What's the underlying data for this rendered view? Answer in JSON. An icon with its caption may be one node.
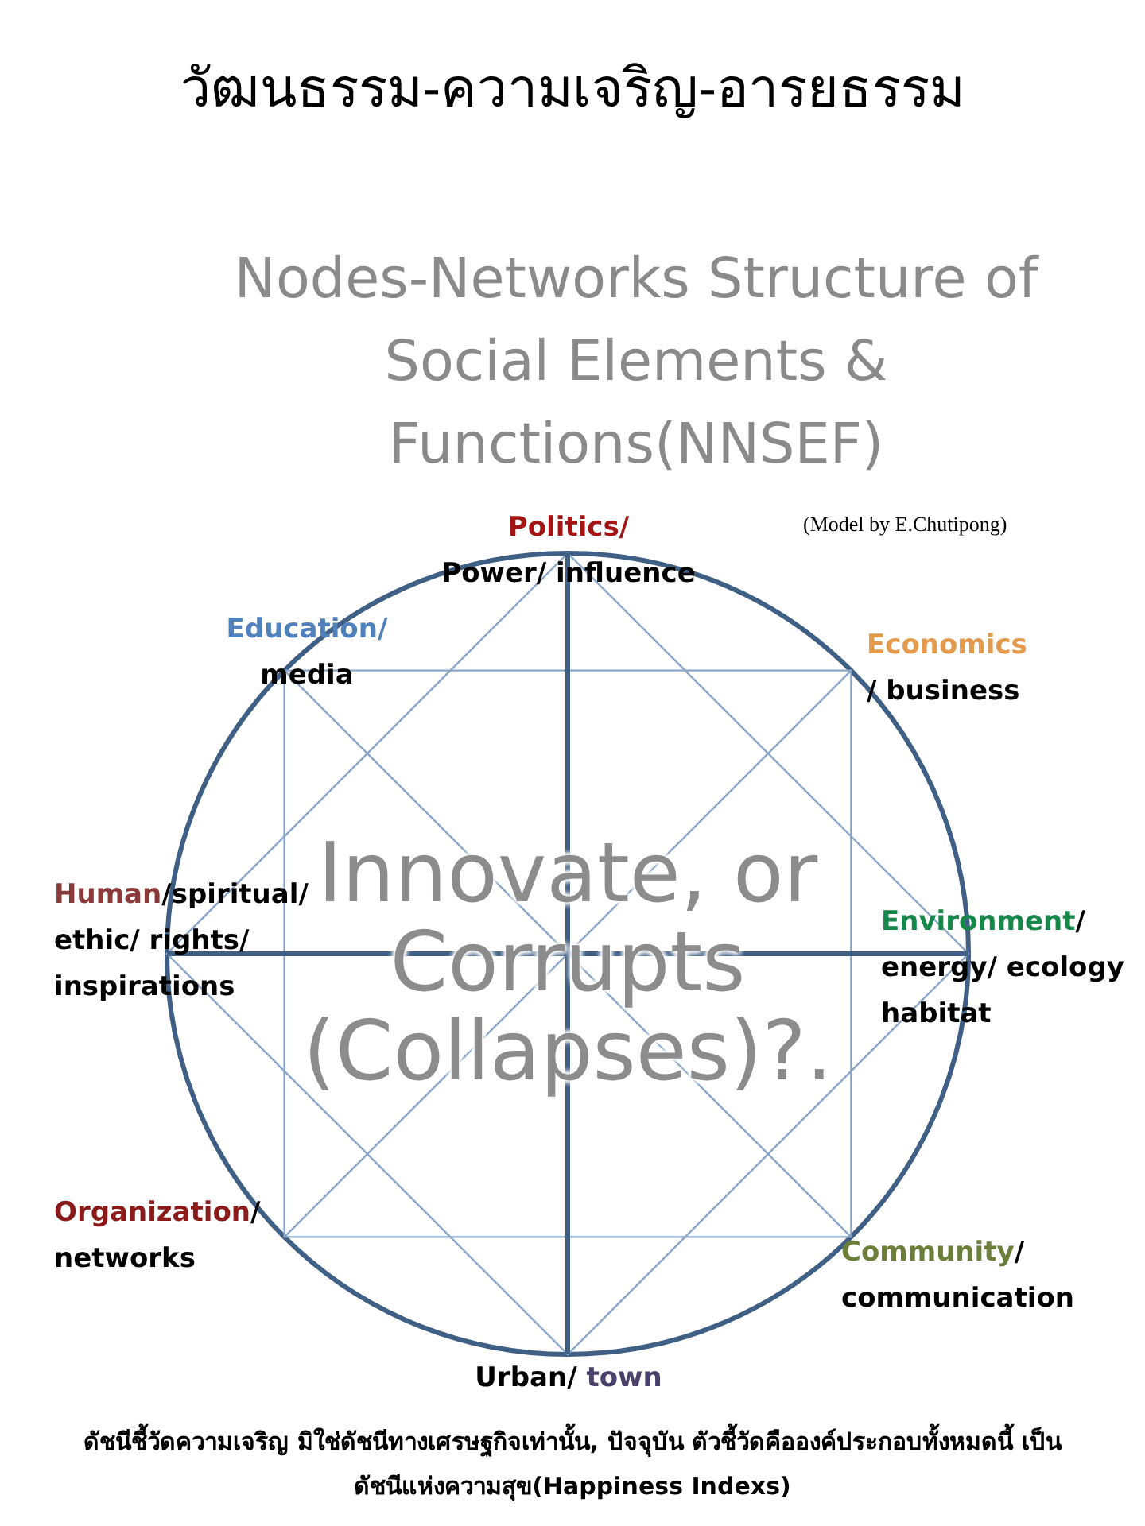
{
  "diagram": {
    "title": "วัฒนธรรม-ความเจริญ-อารยธรรม",
    "caption": "ดัชนีชี้วัดความเจริญ มิใช่ดัชนีทางเศรษฐกิจเท่านั้น, ปัจจุบัน ตัวชี้วัดคือองค์ประกอบทั้งหมดนี้ เป็นดัชนีแห่งความสุข(Happiness Indexs)",
    "nodes": [
      {
        "text": [
          "Politics/",
          "Power/ influence"
        ]
      },
      {
        "text": [
          "Education/",
          "media"
        ]
      },
      {
        "text": [
          "Economics",
          "/ business"
        ]
      },
      {
        "text": [
          "Human",
          "/spiritual/ ethic/ rights/ inspirations"
        ]
      },
      {
        "text": [
          "Environment",
          "/ energy/ ecology habitat"
        ]
      },
      {
        "text": [
          "Organization",
          "/ networks"
        ]
      },
      {
        "text": [
          "Community",
          "/ communication"
        ]
      },
      {
        "text": [
          "Urban/",
          "town"
        ]
      }
    ],
    "labels": [
      "Nodes-Networks Structure of Social Elements & Functions(NNSEF)",
      "(Model by E.Chutipong)",
      "Innovate, or Corrupts (Collapses)?."
    ]
  }
}
